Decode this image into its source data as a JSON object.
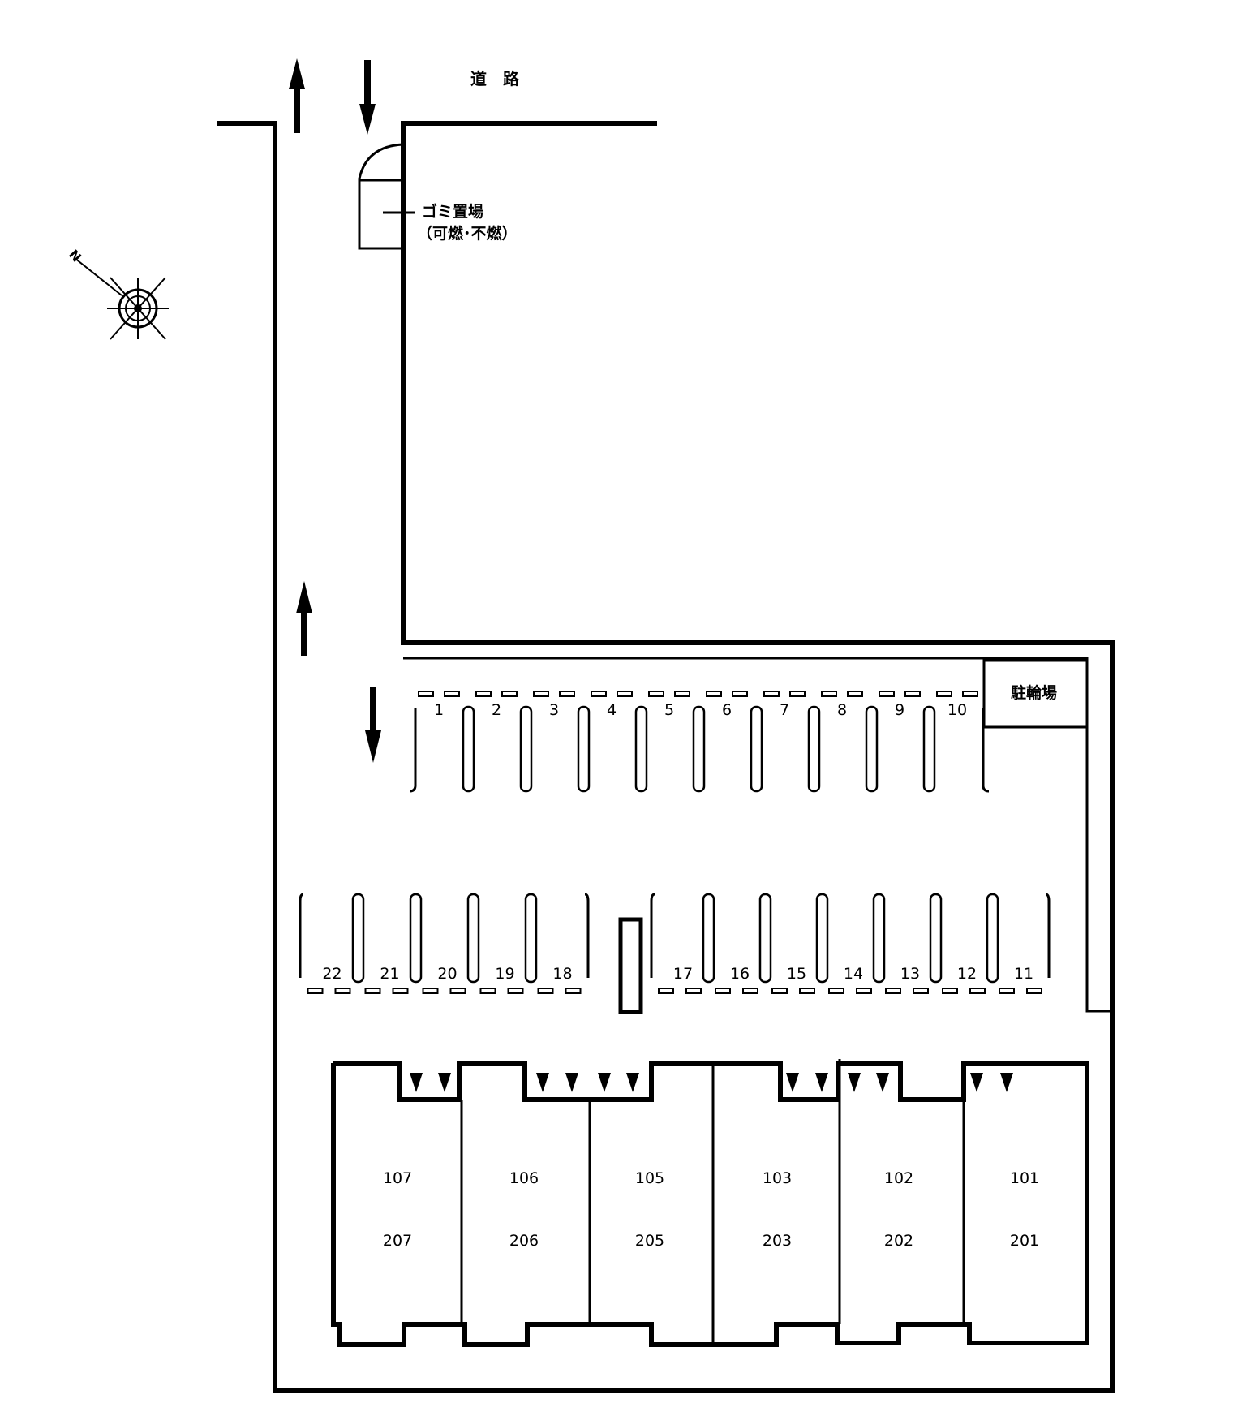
{
  "labels": {
    "road": "道　路",
    "garbage_line1": "ゴミ置場",
    "garbage_line2": "（可燃･不燃）",
    "bicycle_parking": "駐輪場",
    "compass_north": "N"
  },
  "parking": {
    "top_row": [
      "1",
      "2",
      "3",
      "4",
      "5",
      "6",
      "7",
      "8",
      "9",
      "10"
    ],
    "bottom_row_left": [
      "22",
      "21",
      "20",
      "19",
      "18"
    ],
    "bottom_row_right": [
      "17",
      "16",
      "15",
      "14",
      "13",
      "12",
      "11"
    ]
  },
  "units": [
    {
      "ground": "107",
      "upper": "207"
    },
    {
      "ground": "106",
      "upper": "206"
    },
    {
      "ground": "105",
      "upper": "205"
    },
    {
      "ground": "103",
      "upper": "203"
    },
    {
      "ground": "102",
      "upper": "202"
    },
    {
      "ground": "101",
      "upper": "201"
    }
  ],
  "icons": [
    "arrow-up-icon",
    "arrow-down-icon",
    "compass-rose-icon",
    "entrance-marker-icon"
  ]
}
